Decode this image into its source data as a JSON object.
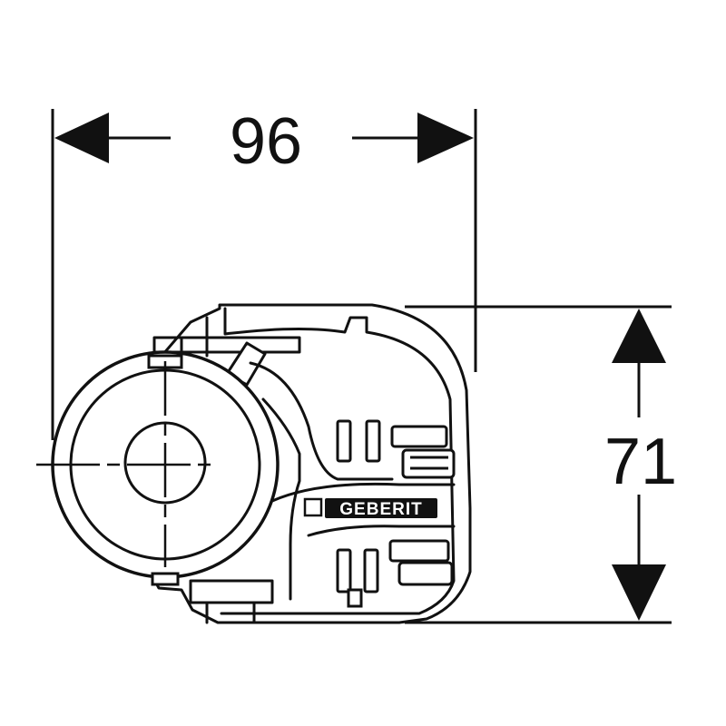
{
  "drawing": {
    "width_dimension": "96",
    "height_dimension": "71",
    "brand_logo": "GEBERIT",
    "line_color": "#111111",
    "background_color": "#ffffff"
  }
}
